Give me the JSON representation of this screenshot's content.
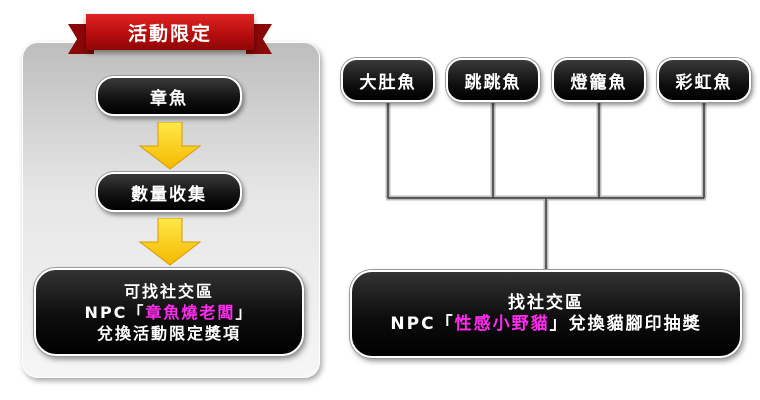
{
  "banner": {
    "title": "活動限定"
  },
  "left_flow": {
    "step1": "章魚",
    "step2": "數量收集",
    "step3": {
      "line1": "可找社交區",
      "line2_prefix": "NPC「",
      "line2_highlight": "章魚燒老闆",
      "line2_suffix": "」",
      "line3": "兌換活動限定獎項"
    }
  },
  "fish": [
    {
      "label": "大肚魚"
    },
    {
      "label": "跳跳魚"
    },
    {
      "label": "燈籠魚"
    },
    {
      "label": "彩虹魚"
    }
  ],
  "right_result": {
    "line1": "找社交區",
    "line2_prefix": "NPC「",
    "line2_highlight": "性感小野貓",
    "line2_suffix": "」兌換貓腳印抽獎"
  },
  "colors": {
    "banner_red": "#c41414",
    "arrow_yellow": "#ffd400",
    "highlight_magenta": "#ff2cf0"
  }
}
